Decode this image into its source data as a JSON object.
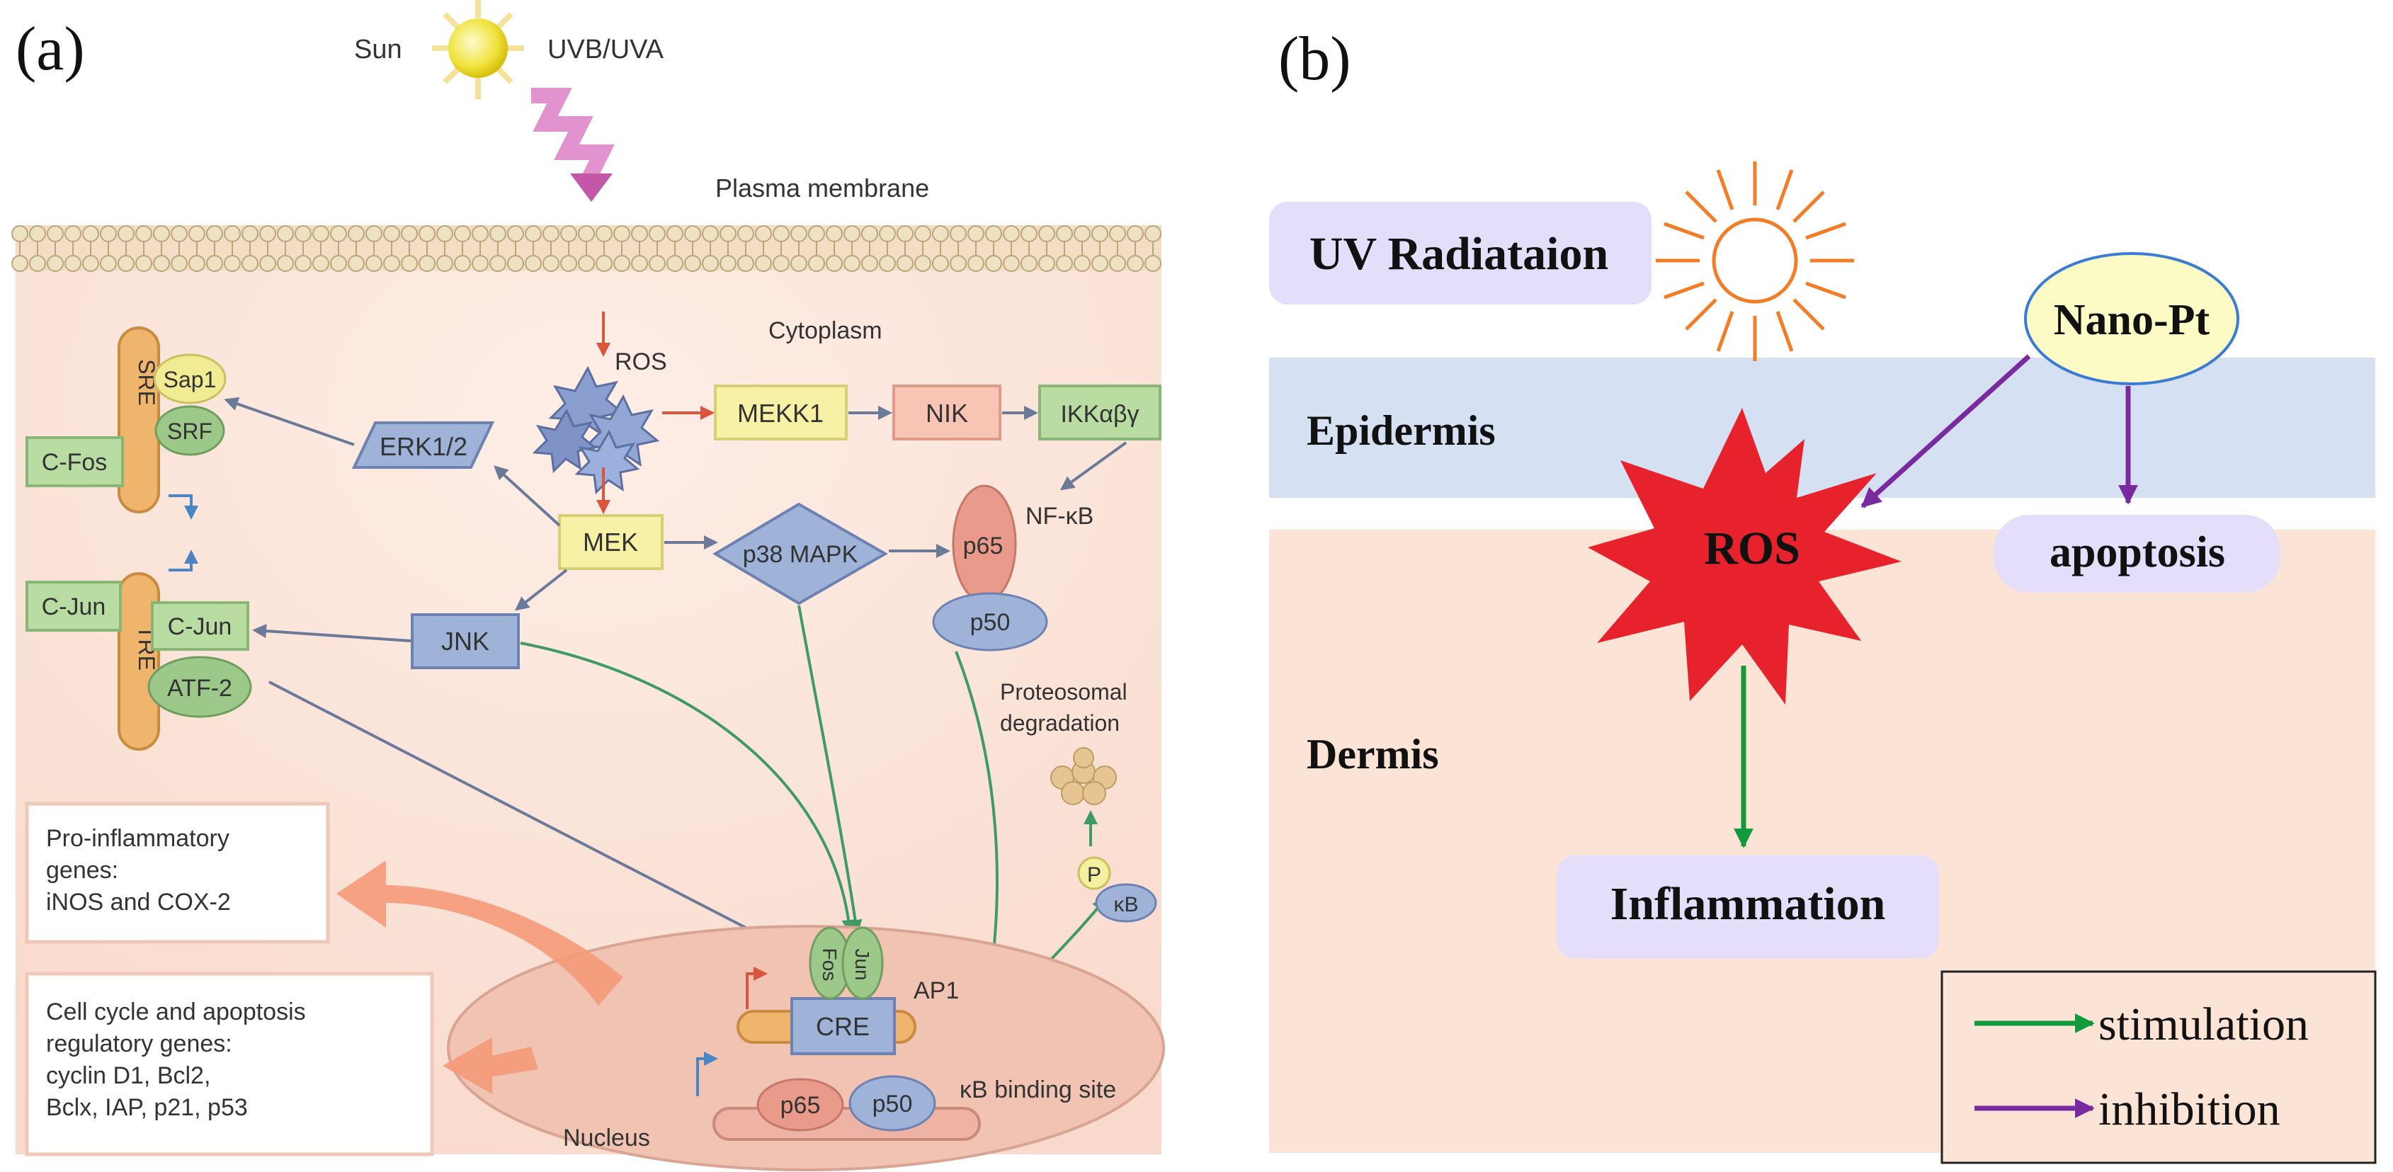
{
  "panel_a": {
    "label": "(a)",
    "sun": "Sun",
    "uv": "UVB/UVA",
    "membrane": "Plasma membrane",
    "cytoplasm": "Cytoplasm",
    "ros": "ROS",
    "mekk1": "MEKK1",
    "nik": "NIK",
    "ikk": "IKKαβγ",
    "erk": "ERK1/2",
    "mek": "MEK",
    "p38": "p38 MAPK",
    "jnk": "JNK",
    "nfkb": "NF-κB",
    "p65": "p65",
    "p50": "p50",
    "sre": "SRE",
    "sap1": "Sap1",
    "srf": "SRF",
    "cfos": "C-Fos",
    "cjun_left": "C-Jun",
    "tre": "TRE",
    "cjun": "C-Jun",
    "atf2": "ATF-2",
    "proteo_1": "Proteosomal",
    "proteo_2": "degradation",
    "p_label": "P",
    "kb": "κB",
    "pro_1": "Pro-inflammatory",
    "pro_2": "genes:",
    "pro_3": "iNOS and COX-2",
    "cc_1": "Cell cycle and apoptosis",
    "cc_2": "regulatory genes:",
    "cc_3": "cyclin D1, Bcl2,",
    "cc_4": "Bclx, IAP, p21, p53",
    "fos": "Fos",
    "jun": "Jun",
    "ap1": "AP1",
    "cre": "CRE",
    "p65_n": "p65",
    "p50_n": "p50",
    "kb_site": "κB binding site",
    "nucleus": "Nucleus"
  },
  "panel_b": {
    "label": "(b)",
    "uv": "UV Radiataion",
    "nanopt": "Nano-Pt",
    "epidermis": "Epidermis",
    "ros": "ROS",
    "apoptosis": "apoptosis",
    "dermis": "Dermis",
    "inflammation": "Inflammation",
    "legend": [
      {
        "label": "stimulation",
        "color": "#119a3c"
      },
      {
        "label": "inhibition",
        "color": "#7a2aa0"
      }
    ]
  },
  "colors": {
    "cell": "#fce5da",
    "membrane_head": "#eee2c2",
    "yellow_box": "#f7f1a6",
    "pink_box": "#f8c4b4",
    "green_box": "#b9dca3",
    "blue_box": "#9fb3d9",
    "epidermis": "#d5e1f2",
    "dermis": "#fbe3d6",
    "lavender": "#e5defa",
    "nanopt": "#fdfbc5",
    "ros_star": "#e8222d",
    "sun_orange": "#f47c24"
  }
}
